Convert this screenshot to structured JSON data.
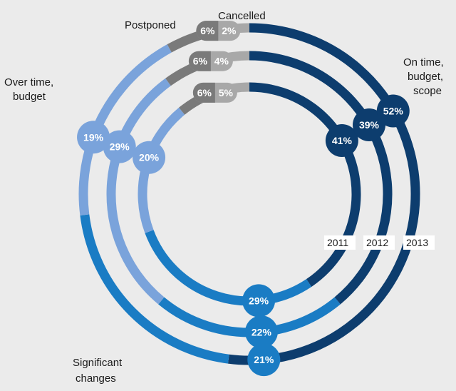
{
  "chart_data": {
    "type": "radial-bar",
    "categories": [
      "On time, budget, scope",
      "Significant changes",
      "Over time, budget",
      "Postponed",
      "Cancelled"
    ],
    "category_labels": {
      "on_time": [
        "On time,",
        "budget,",
        "scope"
      ],
      "significant": [
        "Significant",
        "changes"
      ],
      "over_time": [
        "Over time,",
        "budget"
      ],
      "postponed": [
        "Postponed"
      ],
      "cancelled": [
        "Cancelled"
      ]
    },
    "colors": {
      "on_time": "#0d3d6e",
      "significant": "#1a7cc4",
      "over_time": "#7aa3db",
      "postponed": "#7a7a7a",
      "cancelled": "#a8a8a8"
    },
    "series": [
      {
        "year": "2011",
        "values": {
          "on_time": 41,
          "significant": 29,
          "over_time": 20,
          "postponed": 6,
          "cancelled": 5
        }
      },
      {
        "year": "2012",
        "values": {
          "on_time": 39,
          "significant": 22,
          "over_time": 29,
          "postponed": 6,
          "cancelled": 4
        }
      },
      {
        "year": "2013",
        "values": {
          "on_time": 52,
          "significant": 21,
          "over_time": 19,
          "postponed": 6,
          "cancelled": 2
        }
      }
    ]
  },
  "labels": {
    "2011": {
      "year": "2011",
      "on_time": "41%",
      "significant": "29%",
      "over_time": "20%",
      "postponed": "6%",
      "cancelled": "5%"
    },
    "2012": {
      "year": "2012",
      "on_time": "39%",
      "significant": "22%",
      "over_time": "29%",
      "postponed": "6%",
      "cancelled": "4%"
    },
    "2013": {
      "year": "2013",
      "on_time": "52%",
      "significant": "21%",
      "over_time": "19%",
      "postponed": "6%",
      "cancelled": "2%"
    }
  }
}
